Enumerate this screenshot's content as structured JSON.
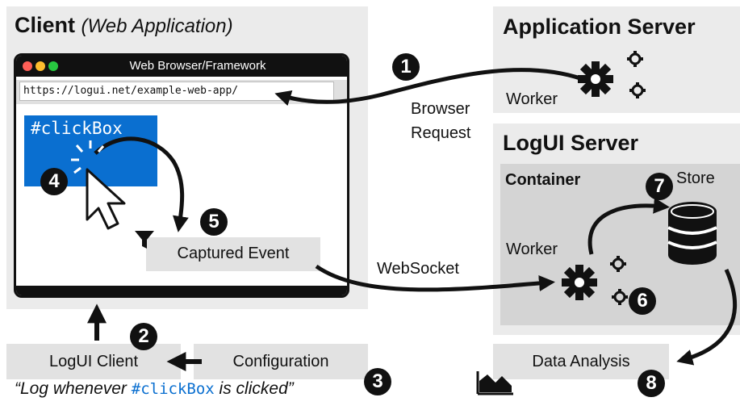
{
  "client": {
    "title": "Client",
    "subtitle": "(Web Application)"
  },
  "browser": {
    "title": "Web Browser/Framework",
    "url": "https://logui.net/example-web-app/",
    "element_label": "#clickBox",
    "captured_event": "Captured Event"
  },
  "app_server": {
    "title": "Application Server",
    "worker": "Worker"
  },
  "request": {
    "line1": "Browser",
    "line2": "Request"
  },
  "logui_server": {
    "title": "LogUI Server",
    "container": "Container",
    "store": "Store",
    "worker": "Worker",
    "data_analysis": "Data Analysis"
  },
  "websocket": "WebSocket",
  "logui_client": "LogUI Client",
  "configuration": "Configuration",
  "quote": {
    "before": "“Log whenever ",
    "code": "#clickBox",
    "after": " is clicked”"
  },
  "steps": [
    "1",
    "2",
    "3",
    "4",
    "5",
    "6",
    "7",
    "8"
  ],
  "colors": {
    "accent": "#0a6fd0",
    "panel": "#ebebeb",
    "container": "#d4d4d4"
  },
  "icons": [
    "traffic-light-dots",
    "cursor-arrow",
    "click-burst",
    "funnel",
    "gears",
    "database",
    "area-chart"
  ]
}
